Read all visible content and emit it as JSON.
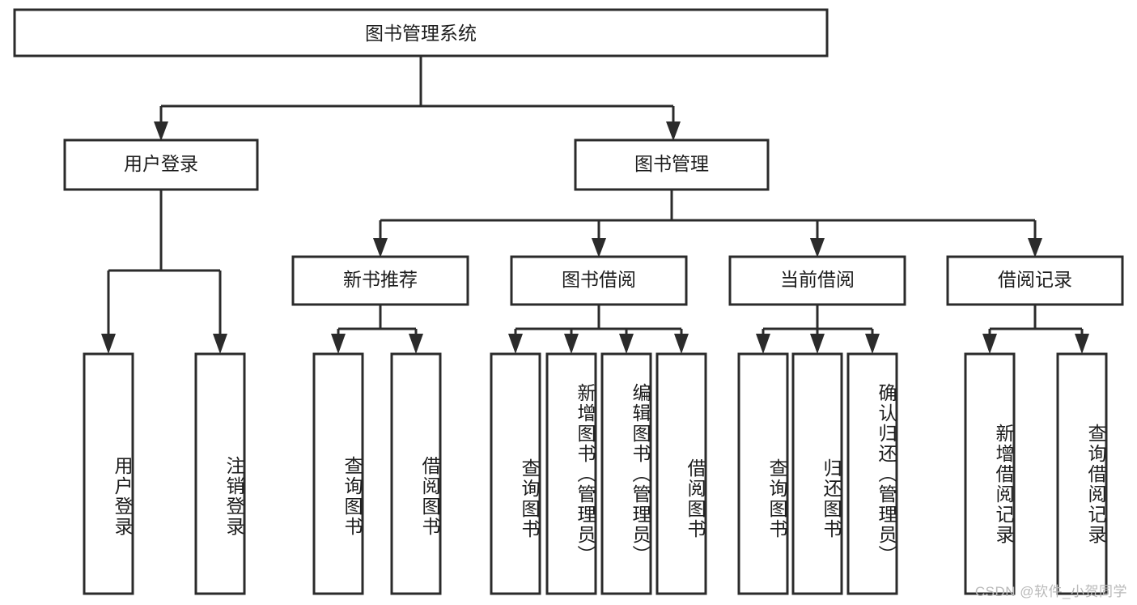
{
  "diagram": {
    "title": "图书管理系统",
    "type": "tree-hierarchy",
    "orientation": "top-down",
    "colors": {
      "box_stroke": "#2b2b2b",
      "box_fill": "#ffffff",
      "connector": "#2b2b2b",
      "text": "#1d1d1d",
      "watermark": "#b9b9b9",
      "background": "#ffffff"
    },
    "root": {
      "label": "图书管理系统"
    },
    "level2": [
      {
        "label": "用户登录"
      },
      {
        "label": "图书管理"
      }
    ],
    "level3": [
      {
        "label": "新书推荐"
      },
      {
        "label": "图书借阅"
      },
      {
        "label": "当前借阅"
      },
      {
        "label": "借阅记录"
      }
    ],
    "leaves": {
      "user_login": [
        {
          "label": "用户登录"
        },
        {
          "label": "注销登录"
        }
      ],
      "new_book_recommend": [
        {
          "label": "查询图书"
        },
        {
          "label": "借阅图书"
        }
      ],
      "book_borrow": [
        {
          "label": "查询图书"
        },
        {
          "label": "新增图书（管理员）"
        },
        {
          "label": "编辑图书（管理员）"
        },
        {
          "label": "借阅图书"
        }
      ],
      "current_borrow": [
        {
          "label": "查询图书"
        },
        {
          "label": "归还图书"
        },
        {
          "label": "确认归还（管理员）"
        }
      ],
      "borrow_records": [
        {
          "label": "新增借阅记录"
        },
        {
          "label": "查询借阅记录"
        }
      ]
    },
    "watermark": "CSDN @软件_小贺同学"
  }
}
